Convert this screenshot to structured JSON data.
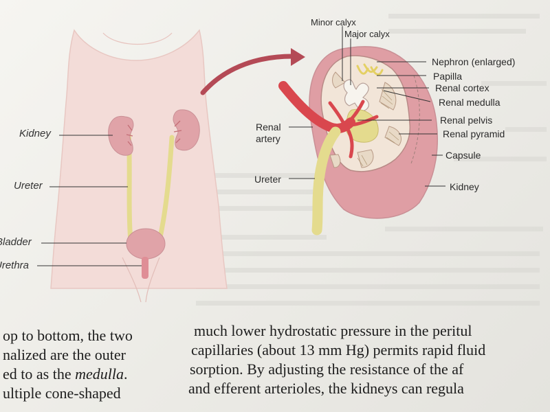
{
  "figure": {
    "left_labels": {
      "kidney": "Kidney",
      "ureter": "Ureter",
      "bladder": "Bladder",
      "urethra": "Urethra"
    },
    "right_labels": {
      "minor_calyx": "Minor calyx",
      "major_calyx": "Major calyx",
      "nephron": "Nephron (enlarged)",
      "papilla": "Papilla",
      "renal_cortex": "Renal cortex",
      "renal_medulla": "Renal medulla",
      "renal_pelvis": "Renal pelvis",
      "renal_pyramid": "Renal pyramid",
      "capsule": "Capsule",
      "kidney": "Kidney",
      "renal_artery_line1": "Renal",
      "renal_artery_line2": "artery",
      "ureter": "Ureter"
    }
  },
  "text": {
    "left_column": [
      "op to bottom, the two",
      "nalized are the outer",
      "ed to as the medulla.",
      "ultiple cone-shaped"
    ],
    "right_column": [
      "much lower hydrostatic pressure in the peritul",
      "capillaries (about 13 mm Hg) permits rapid fluid",
      "sorption. By adjusting the resistance of the af",
      "and efferent arterioles, the kidneys can regula"
    ]
  },
  "colors": {
    "body_fill": "#f3dcd8",
    "kidney_fill": "#e0a3a8",
    "ureter_fill": "#e4db8e",
    "artery_red": "#d9474e",
    "arrow": "#b44a56"
  }
}
